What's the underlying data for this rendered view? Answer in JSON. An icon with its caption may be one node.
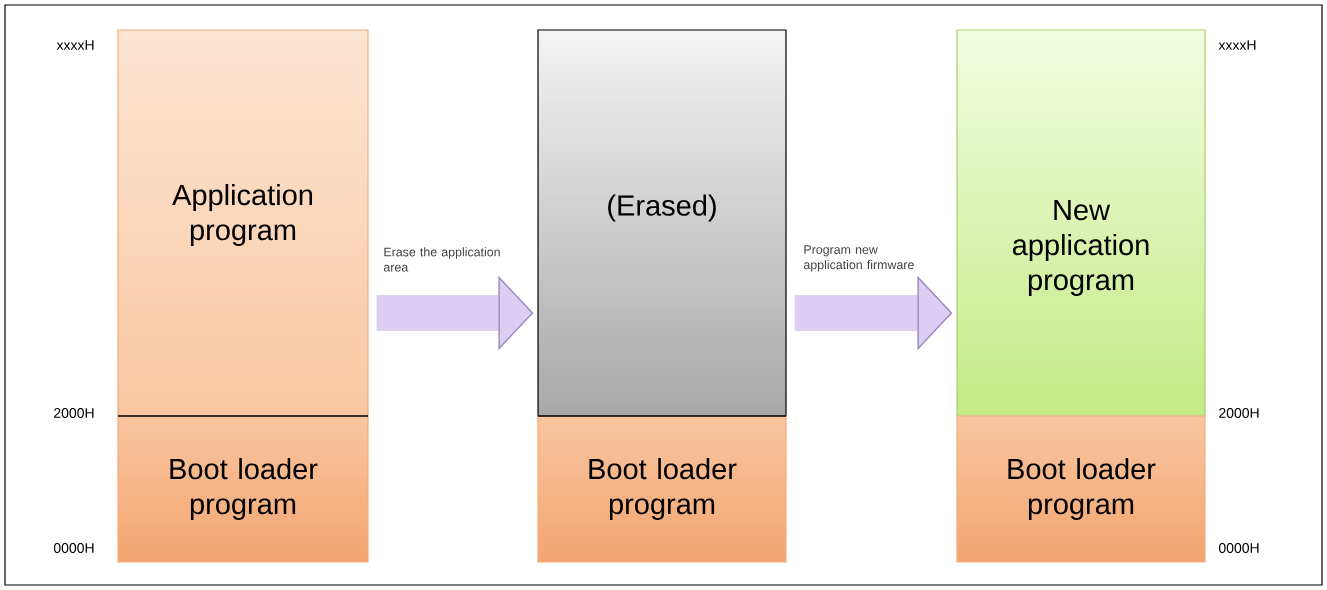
{
  "diagram": {
    "nodes": [
      {
        "text": [
          "Application program"
        ]
      },
      {
        "text": [
          "Boot loader program"
        ]
      },
      {
        "text": [
          "(Erased)"
        ]
      },
      {
        "text": [
          "Boot loader program"
        ]
      },
      {
        "text": [
          "New application program"
        ]
      },
      {
        "text": [
          "Boot loader program"
        ]
      }
    ],
    "edges": [
      {
        "from": 0,
        "to": 2,
        "arrow": "to",
        "label": "Erase the application area"
      },
      {
        "from": 2,
        "to": 4,
        "arrow": "to",
        "label": "Program new application firmware"
      }
    ],
    "labels": [
      "xxxxH",
      "xxxxH",
      "2000H",
      "2000H",
      "0000H",
      "0000H"
    ]
  }
}
